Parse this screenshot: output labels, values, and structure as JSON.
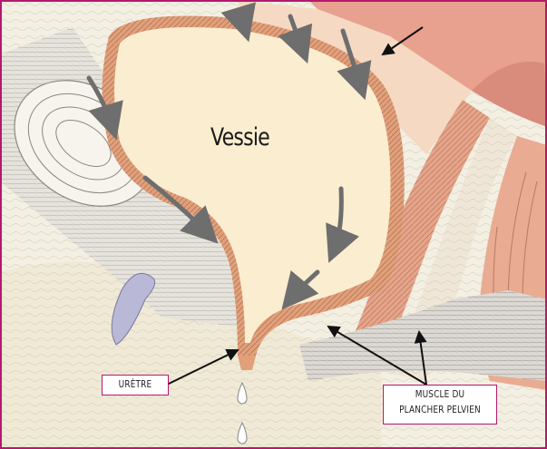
{
  "diagram": {
    "organ_label": "Vessie",
    "callouts": {
      "urethra": "URÈTRE",
      "pelvic_floor_line1": "MUSCLE DU",
      "pelvic_floor_line2": "PLANCHER PELVIEN"
    }
  },
  "colors": {
    "frame_border": "#b5186e",
    "bladder_fill": "#fbeed0",
    "bladder_wall": "#e2a07a",
    "arrow": "#6e6e6e",
    "ureter_fill": "#b9b8d6"
  }
}
